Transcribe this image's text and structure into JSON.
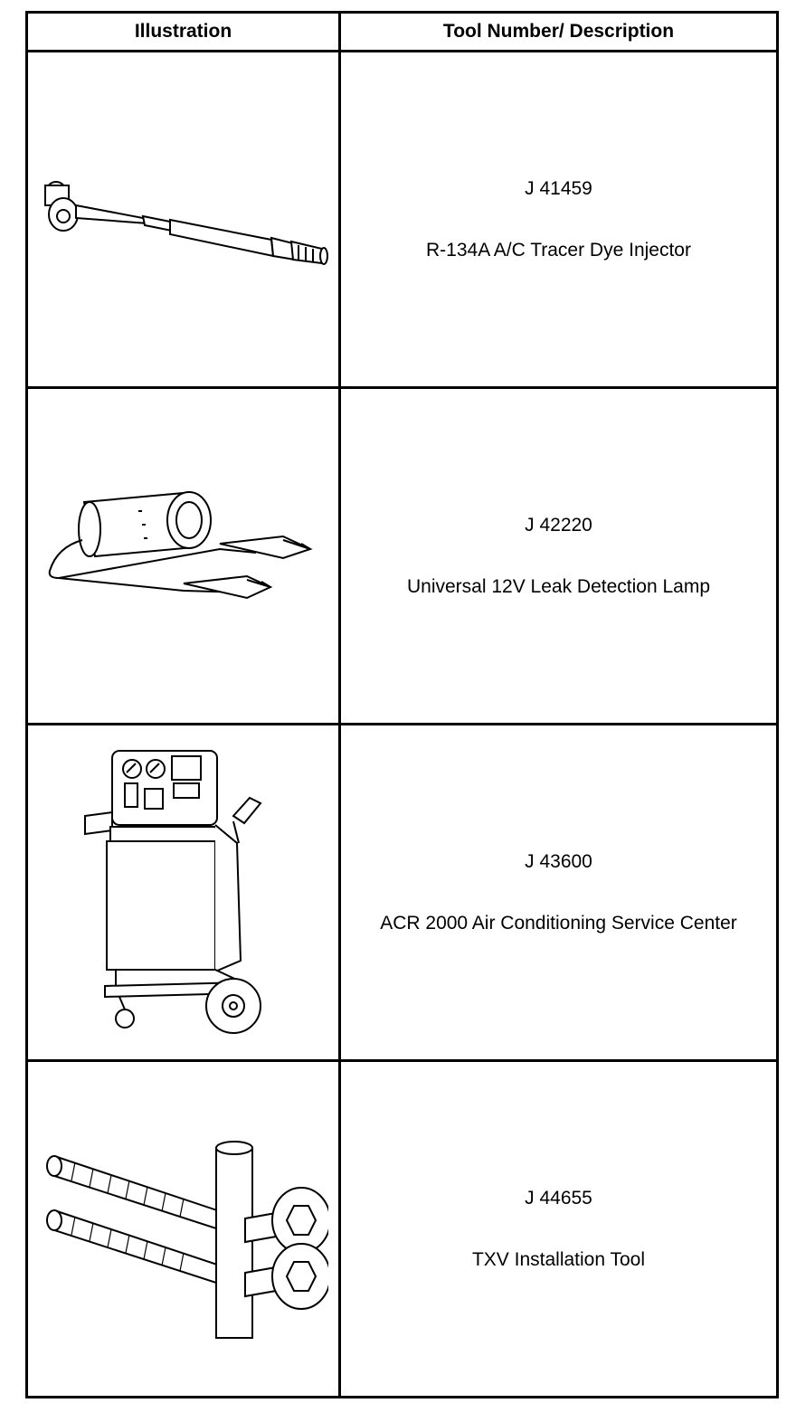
{
  "table": {
    "headers": {
      "illustration": "Illustration",
      "description": "Tool Number/ Description"
    },
    "rows": [
      {
        "number": "J 41459",
        "description": "R-134A A/C Tracer Dye Injector",
        "icon": "dye-injector-icon"
      },
      {
        "number": "J 42220",
        "description": "Universal 12V Leak Detection Lamp",
        "icon": "leak-detection-lamp-icon"
      },
      {
        "number": "J 43600",
        "description": "ACR 2000 Air Conditioning Service Center",
        "icon": "ac-service-center-icon"
      },
      {
        "number": "J 44655",
        "description": "TXV Installation Tool",
        "icon": "txv-installation-tool-icon"
      }
    ]
  }
}
